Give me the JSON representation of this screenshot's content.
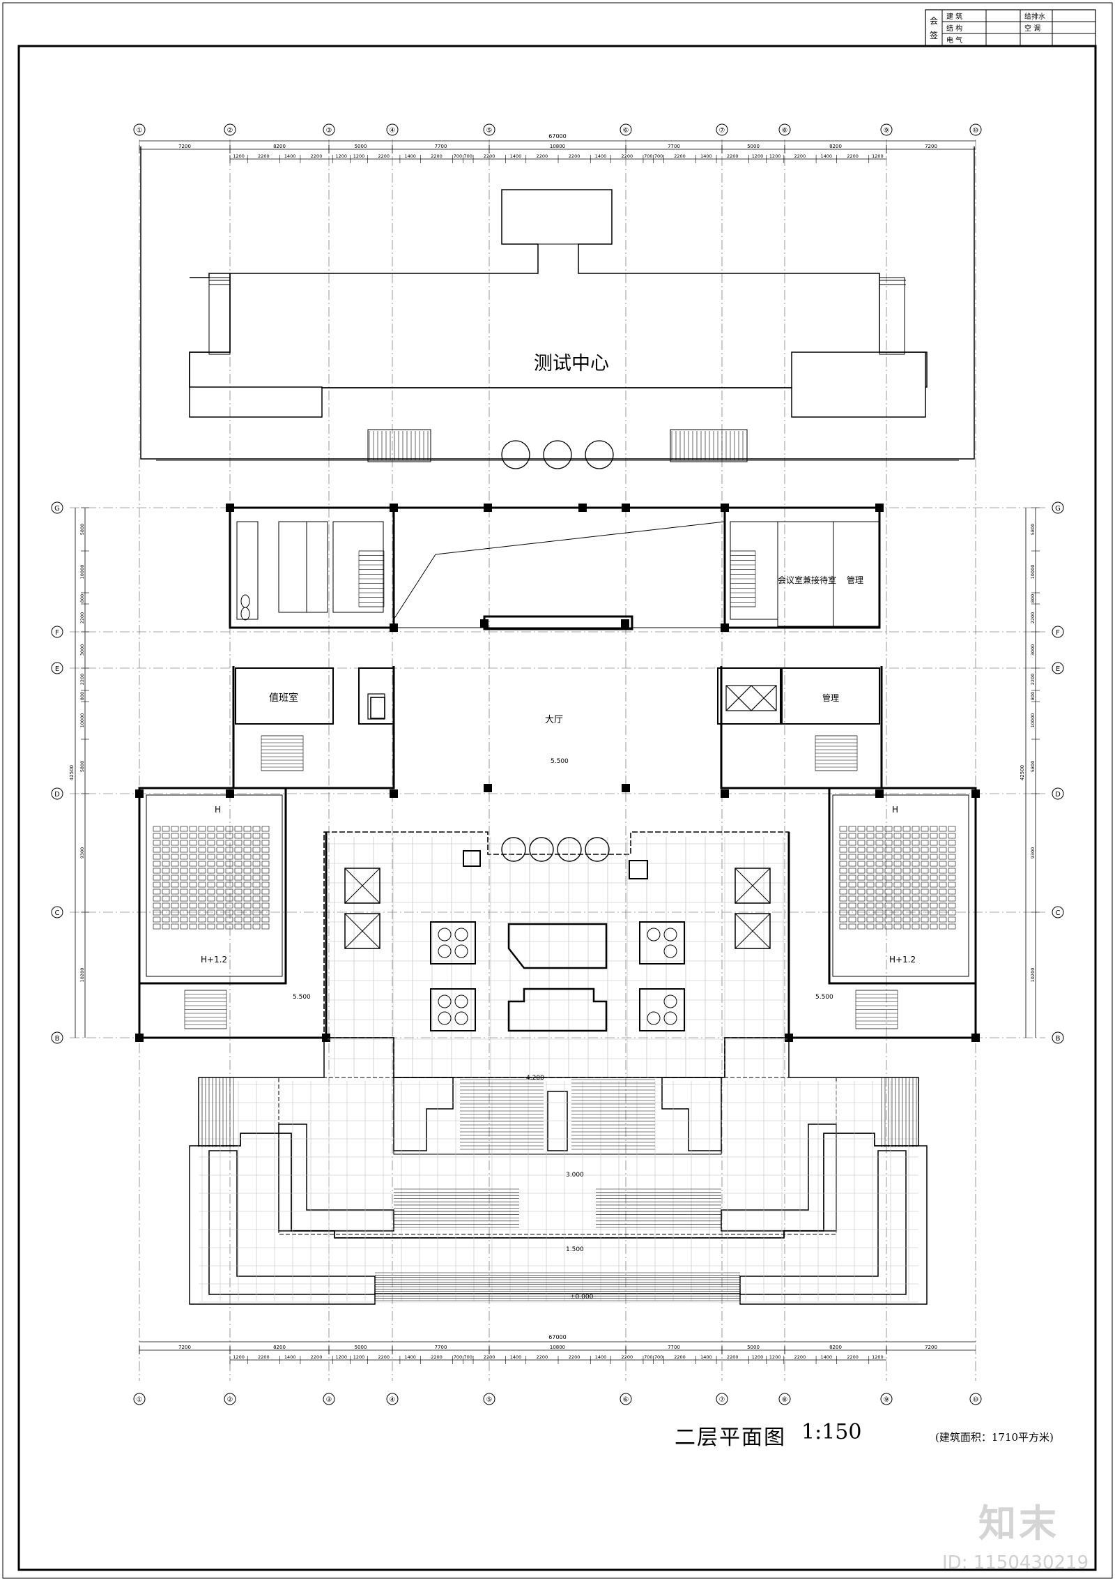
{
  "title_block": {
    "sign_label_1": "会",
    "sign_label_2": "签",
    "rows": [
      {
        "left": "建 筑",
        "right": "给排水"
      },
      {
        "left": "结 构",
        "right": "空 调"
      },
      {
        "left": "电 气",
        "right": ""
      }
    ]
  },
  "grid_axes": {
    "columns": [
      "①",
      "②",
      "③",
      "④",
      "⑤",
      "⑥",
      "⑦",
      "⑧",
      "⑨",
      "⑩"
    ],
    "rows": [
      "G",
      "F",
      "E",
      "D",
      "C",
      "B"
    ]
  },
  "dimensions": {
    "overall": "67000",
    "bays": [
      "7200",
      "8200",
      "5000",
      "7700",
      "10800",
      "7700",
      "5000",
      "8200",
      "7200"
    ],
    "sub_bays": [
      "1200",
      "2200",
      "1400",
      "2200",
      "1200",
      "1200",
      "2200",
      "1400",
      "2200",
      "700",
      "700",
      "2200",
      "1400",
      "2200",
      "2200",
      "1400",
      "2200",
      "700",
      "700",
      "2200",
      "1400",
      "2200",
      "1200",
      "1200",
      "2200",
      "1400",
      "2200",
      "1200"
    ],
    "vertical_overall": "42500",
    "vertical_left": [
      "5800",
      "10000",
      "800",
      "2200",
      "3000",
      "2200",
      "800",
      "10000",
      "5800",
      "9300",
      "10200"
    ]
  },
  "rooms": {
    "test_center": "测试中心",
    "hall": "大厅",
    "duty_room_left": "值班室",
    "meeting_reception": "会议室兼接待室",
    "management_1": "管理",
    "management_2": "管理",
    "lecture_left_h": "H",
    "lecture_left_h2": "H+1.2",
    "lecture_right_h": "H",
    "lecture_right_h2": "H+1.2"
  },
  "elevations": {
    "hall_level": "5.500",
    "left_wing": "5.500",
    "right_wing": "5.500",
    "terrace_1": "4.200",
    "terrace_2": "3.000",
    "terrace_3": "1.500",
    "ground": "±0.000"
  },
  "sheet": {
    "title": "二层平面图",
    "scale": "1:150",
    "area_note": "(建筑面积：1710平方米)"
  },
  "watermark": {
    "brand": "知末",
    "image_id": "ID: 1150430219"
  }
}
